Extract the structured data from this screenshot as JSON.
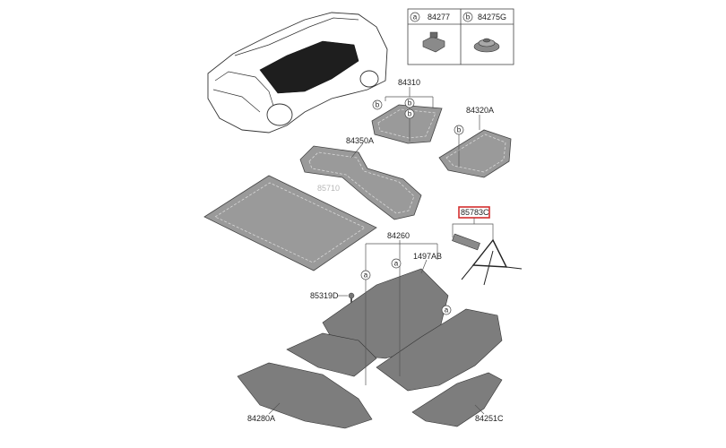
{
  "legend": {
    "items": [
      {
        "ref": "a",
        "part": "84277",
        "icon": "clip-icon"
      },
      {
        "ref": "b",
        "part": "84275G",
        "icon": "grommet-icon"
      }
    ]
  },
  "callouts": {
    "p84310": "84310",
    "p84320A": "84320A",
    "p84350A": "84350A",
    "p85710": "85710",
    "p85783C": "85783C",
    "p84260": "84260",
    "p1497AB": "1497AB",
    "p85319D": "85319D",
    "p84280A": "84280A",
    "p84251C": "84251C"
  },
  "markers": {
    "a": "a",
    "b": "b"
  },
  "highlight_color": "#d32f2f"
}
